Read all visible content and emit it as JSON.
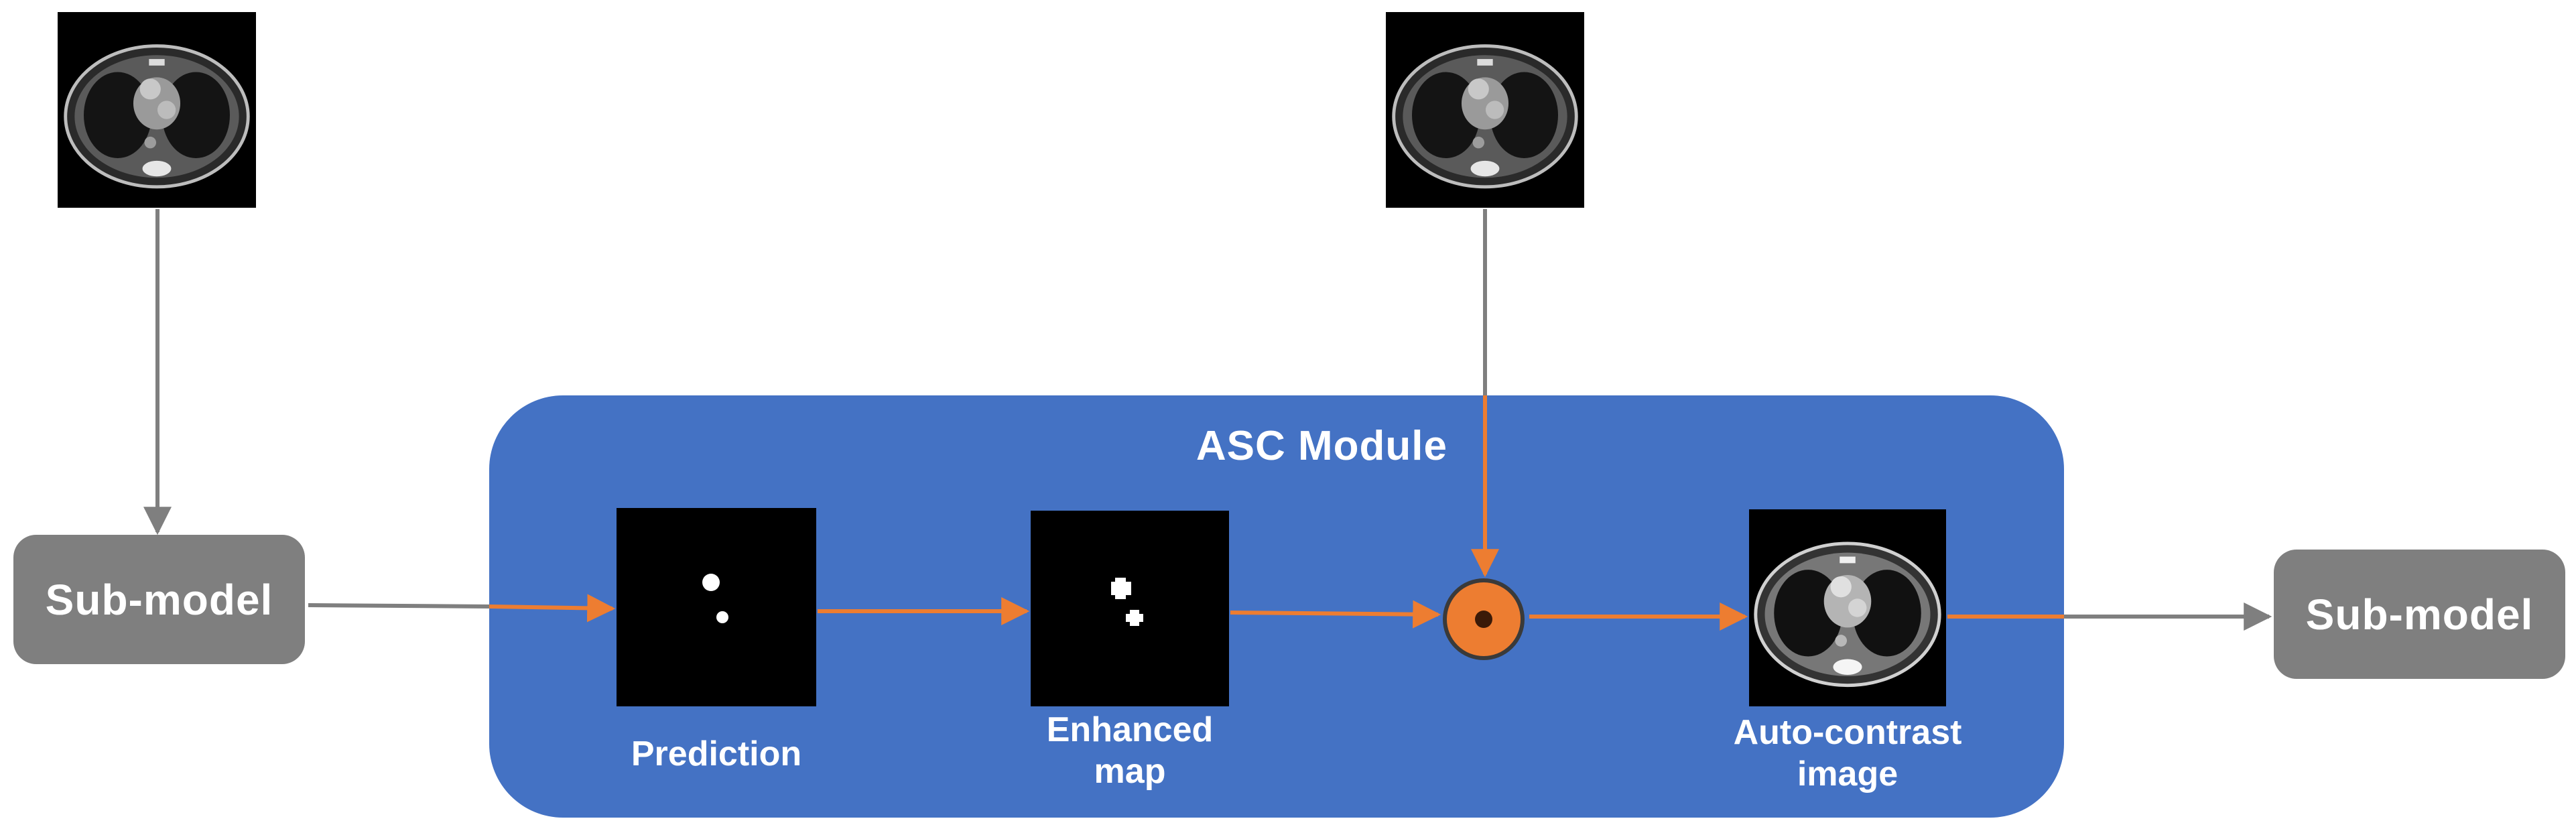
{
  "diagram": {
    "module_title": "ASC Module",
    "submodel_left_label": "Sub-model",
    "submodel_right_label": "Sub-model",
    "caption_prediction": "Prediction",
    "caption_enhanced_line1": "Enhanced",
    "caption_enhanced_line2": "map",
    "caption_autocontrast_line1": "Auto-contrast",
    "caption_autocontrast_line2": "image",
    "operator": "element-wise multiplication"
  },
  "colors": {
    "module_fill": "#4472c4",
    "submodel_fill": "#7f7f7f",
    "arrow_orange": "#ed7d31",
    "arrow_gray": "#7f7f7f"
  },
  "icons": {
    "ct_scan": "ct-slice-image",
    "operator": "circle-dot-icon"
  }
}
